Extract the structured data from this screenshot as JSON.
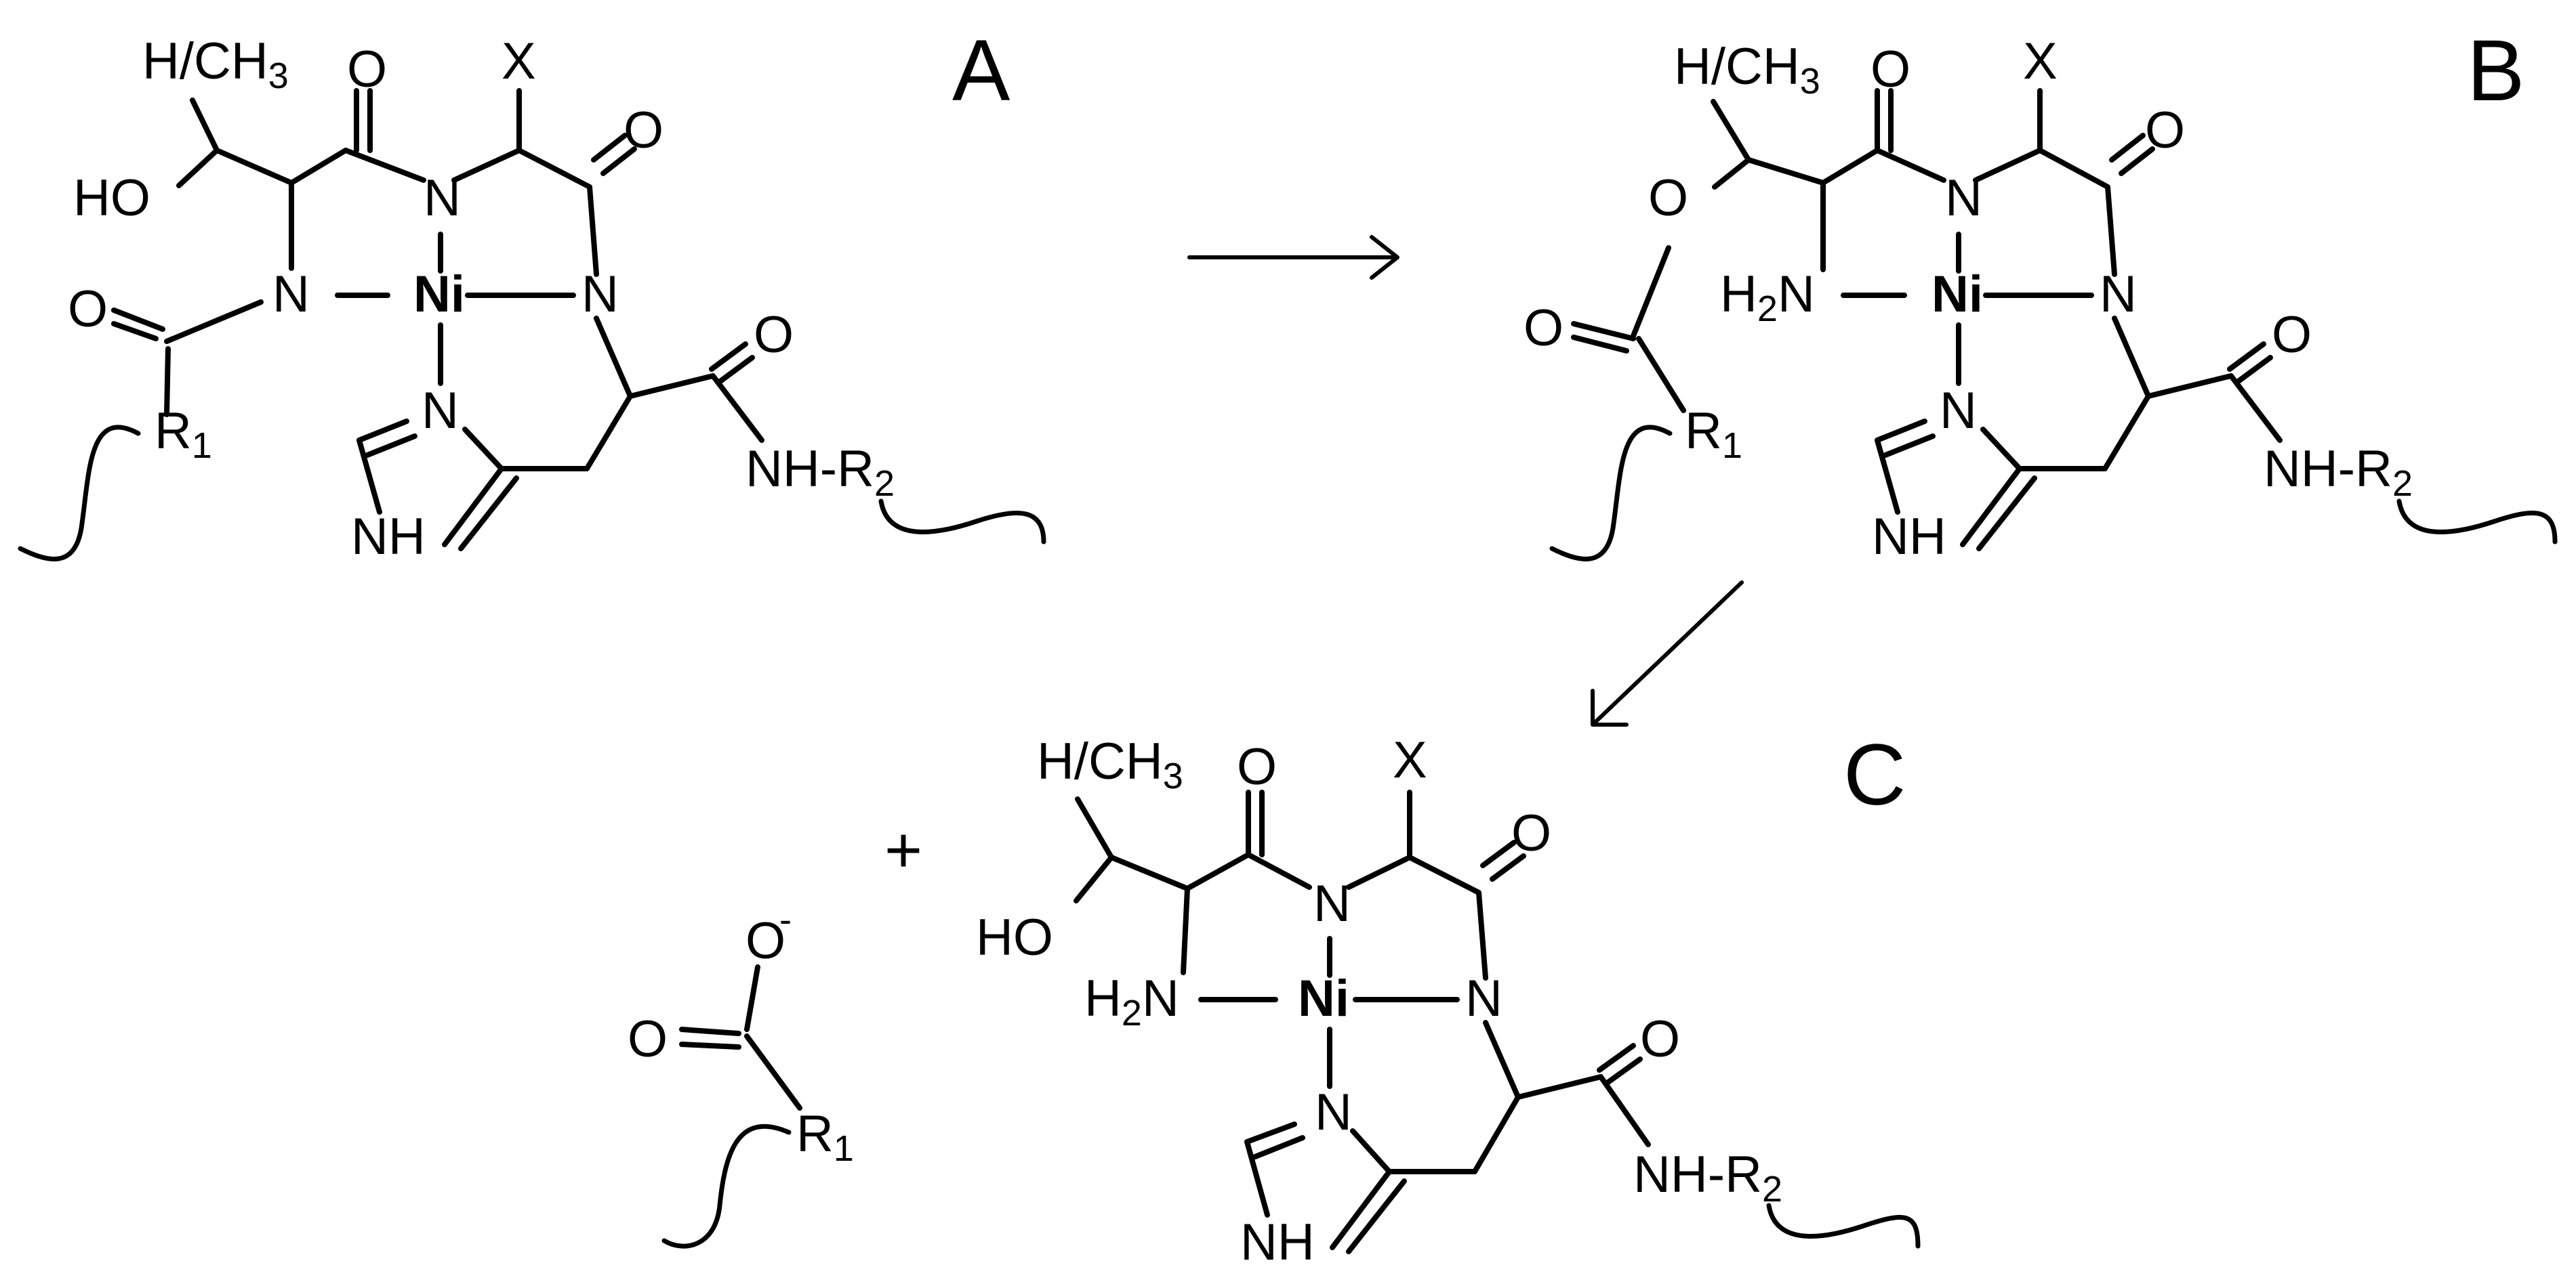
{
  "panels": {
    "a": "A",
    "b": "B",
    "c": "C"
  },
  "atoms": {
    "h_ch3": "H/CH",
    "three": "3",
    "x": "X",
    "o": "O",
    "ho": "HO",
    "n": "N",
    "ni": "Ni",
    "nh": "NH",
    "nh_dash": "NH-",
    "r": "R",
    "one": "1",
    "two": "2",
    "h2n_h": "H",
    "h2n_2": "2",
    "h2n_n": "N",
    "minus": "-"
  },
  "plus_sign": "+",
  "colors": {
    "amide_bond": "#1f1fd6",
    "ester_bond": "#e31b1b",
    "ink": "#000000"
  }
}
